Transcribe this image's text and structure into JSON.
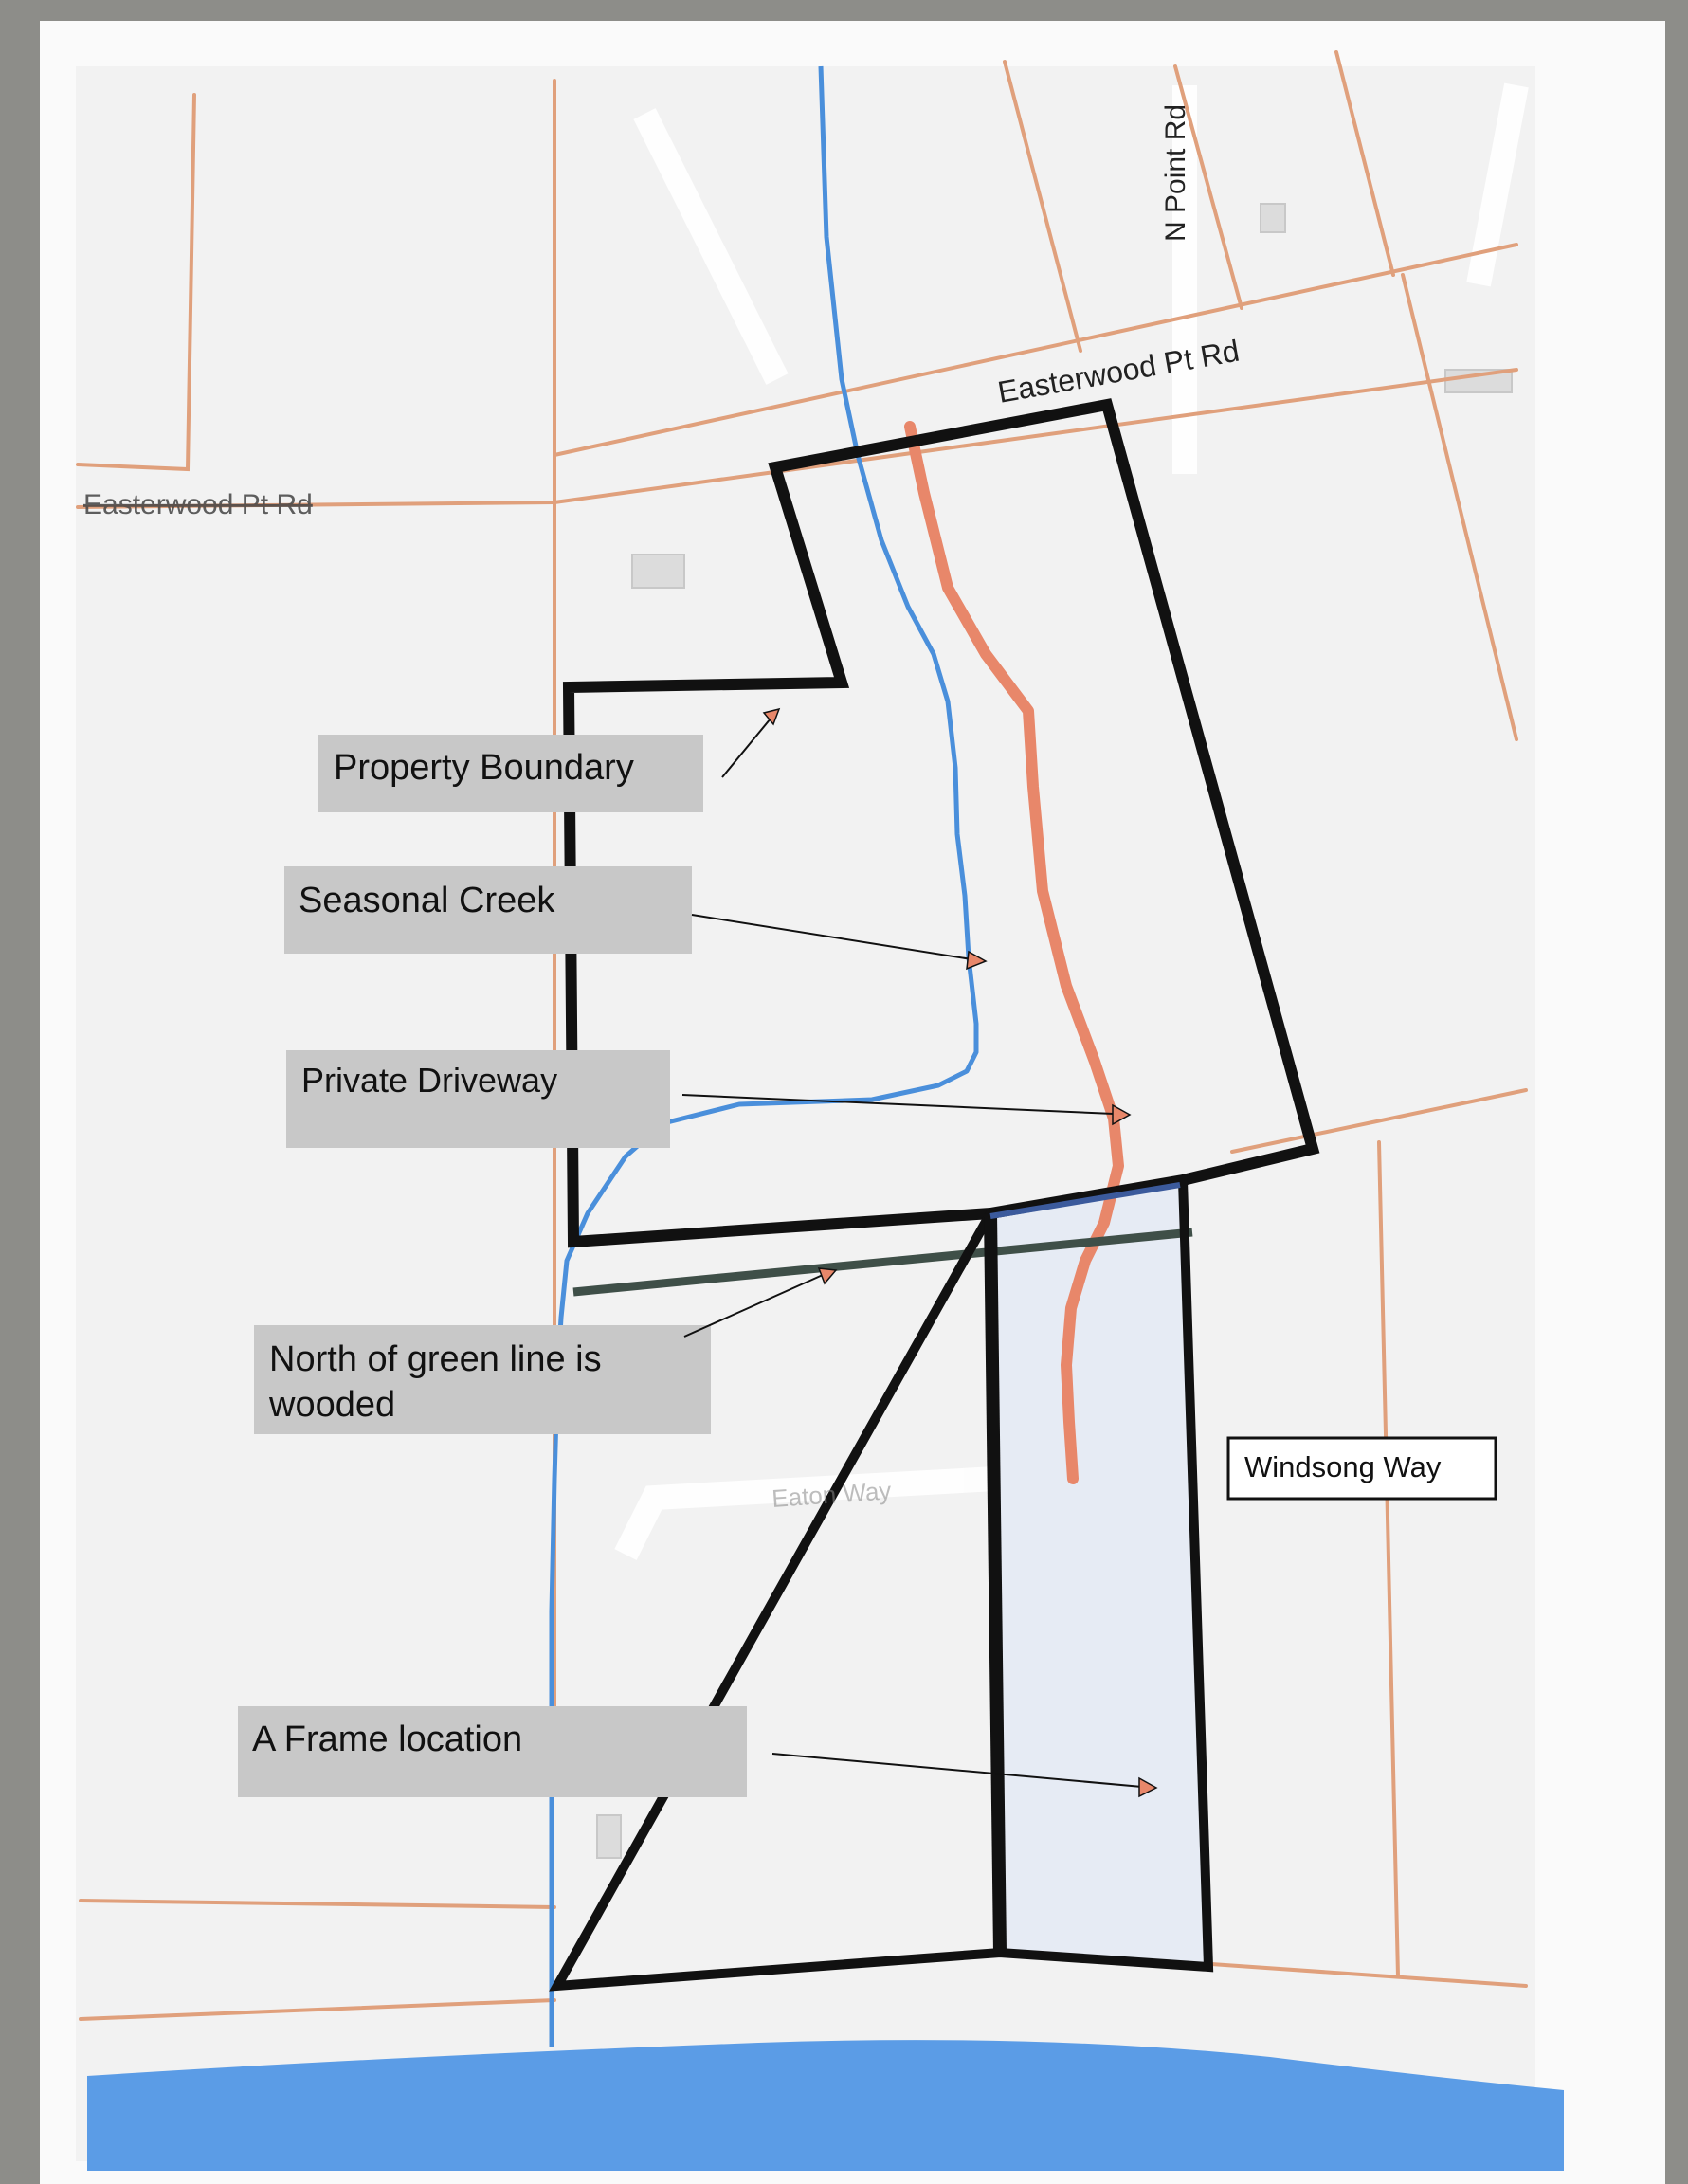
{
  "map": {
    "roads": {
      "easterwood_upper": "Easterwood Pt Rd",
      "easterwood_lower": "Easterwood Pt Rd",
      "n_point": "N Point Rd",
      "faded_street": "Eaton Way"
    },
    "callouts": {
      "property_boundary": "Property Boundary",
      "seasonal_creek": "Seasonal Creek",
      "private_driveway": "Private Driveway",
      "north_green_line_1": "North of green line is",
      "north_green_line_2": "wooded",
      "a_frame": "A Frame location",
      "windsong": "Windsong Way"
    },
    "colors": {
      "creek": "#4a8fdb",
      "driveway": "#e8876a",
      "boundary": "#111111",
      "parcel_lines": "#e0a07c",
      "green_line": "#3f4f48",
      "water": "#5b9ce6",
      "callout_bg": "#c8c8c8",
      "highlight_lot": "#e6ebf4"
    }
  }
}
